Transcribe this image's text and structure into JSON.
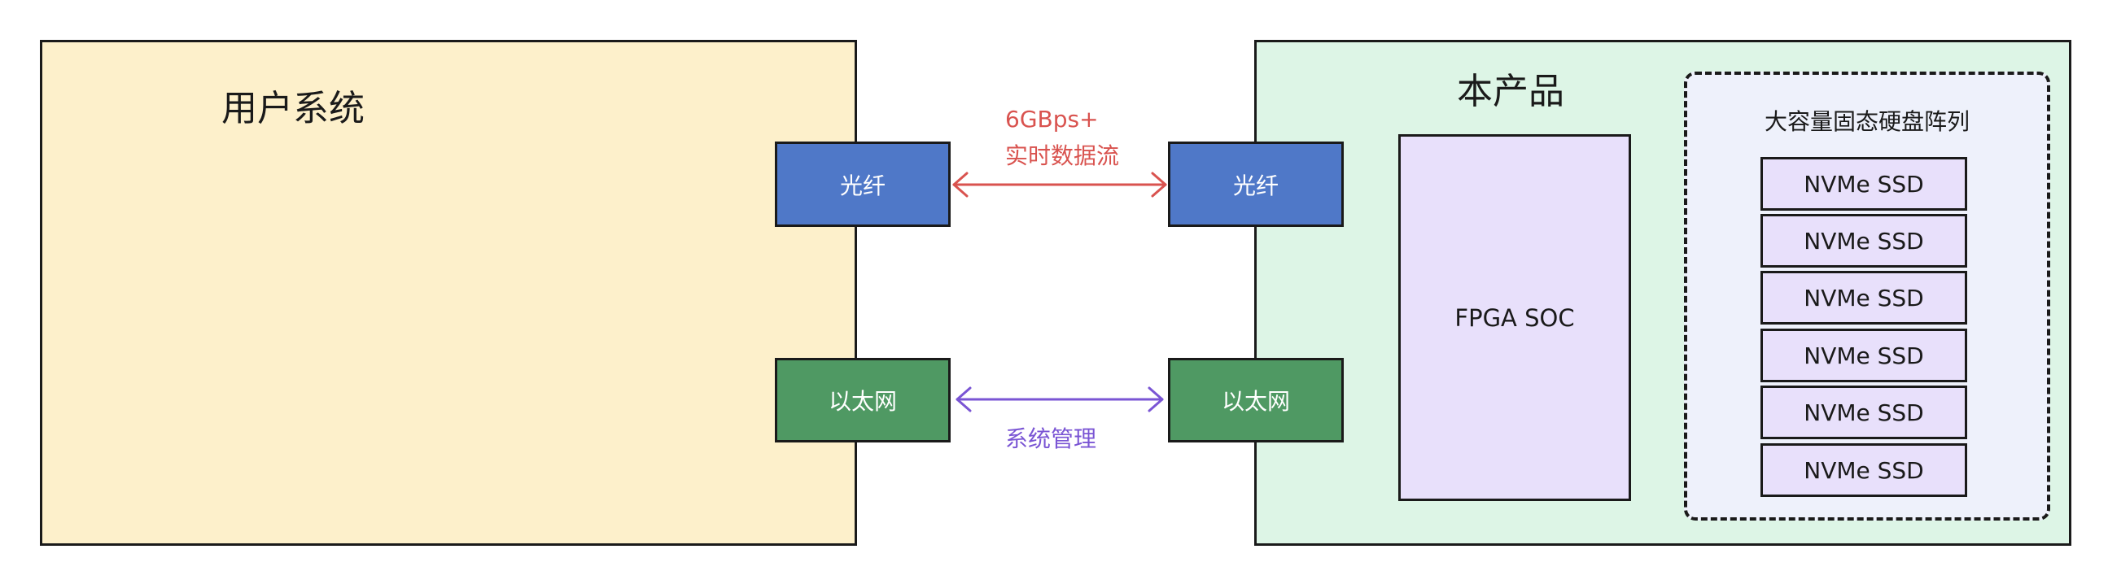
{
  "user_system": {
    "title": "用户系统"
  },
  "product": {
    "title": "本产品"
  },
  "ports": {
    "user_fiber": "光纤",
    "user_ethernet": "以太网",
    "product_fiber": "光纤",
    "product_ethernet": "以太网"
  },
  "links": {
    "data_label_line1": "6GBps+",
    "data_label_line2": "实时数据流",
    "mgmt_label": "系统管理"
  },
  "fpga": {
    "label": "FPGA SOC"
  },
  "storage_array": {
    "title": "大容量固态硬盘阵列",
    "drives": [
      "NVMe SSD",
      "NVMe SSD",
      "NVMe SSD",
      "NVMe SSD",
      "NVMe SSD",
      "NVMe SSD"
    ]
  },
  "colors": {
    "user_bg": "#fdf0cb",
    "product_bg": "#ddf5e6",
    "fiber": "#4f78c8",
    "ethernet": "#4f9963",
    "data_link": "#d9534f",
    "mgmt_link": "#7a55d4"
  }
}
